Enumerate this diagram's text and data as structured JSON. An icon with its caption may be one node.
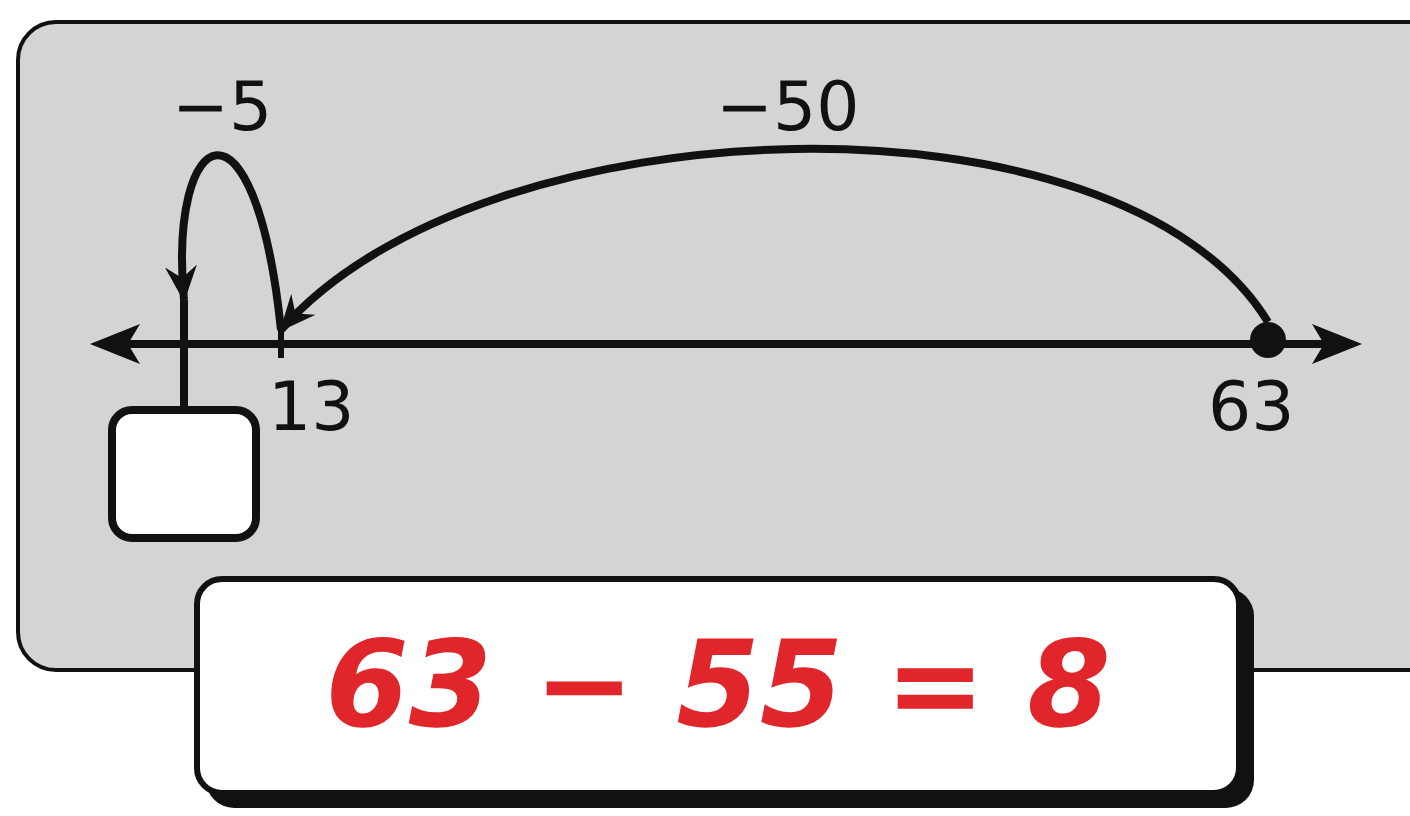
{
  "diagram": {
    "nodes": [
      {
        "text": [],
        "shape": "circle",
        "beside": [
          "63"
        ]
      },
      {
        "text": [],
        "shape": "bar",
        "beside": [
          "13"
        ]
      },
      {
        "text": [],
        "shape": "bar"
      },
      {
        "text": [],
        "shape": "box"
      },
      {
        "text": [
          "63 − 55 = 8"
        ]
      }
    ],
    "edges": [
      {
        "from": 0,
        "to": 1,
        "arrow": "to",
        "label": "−50"
      },
      {
        "from": 1,
        "to": 2,
        "arrow": "to",
        "label": "−5"
      },
      {
        "from": 2,
        "to": 3,
        "arrow": "none"
      }
    ]
  }
}
